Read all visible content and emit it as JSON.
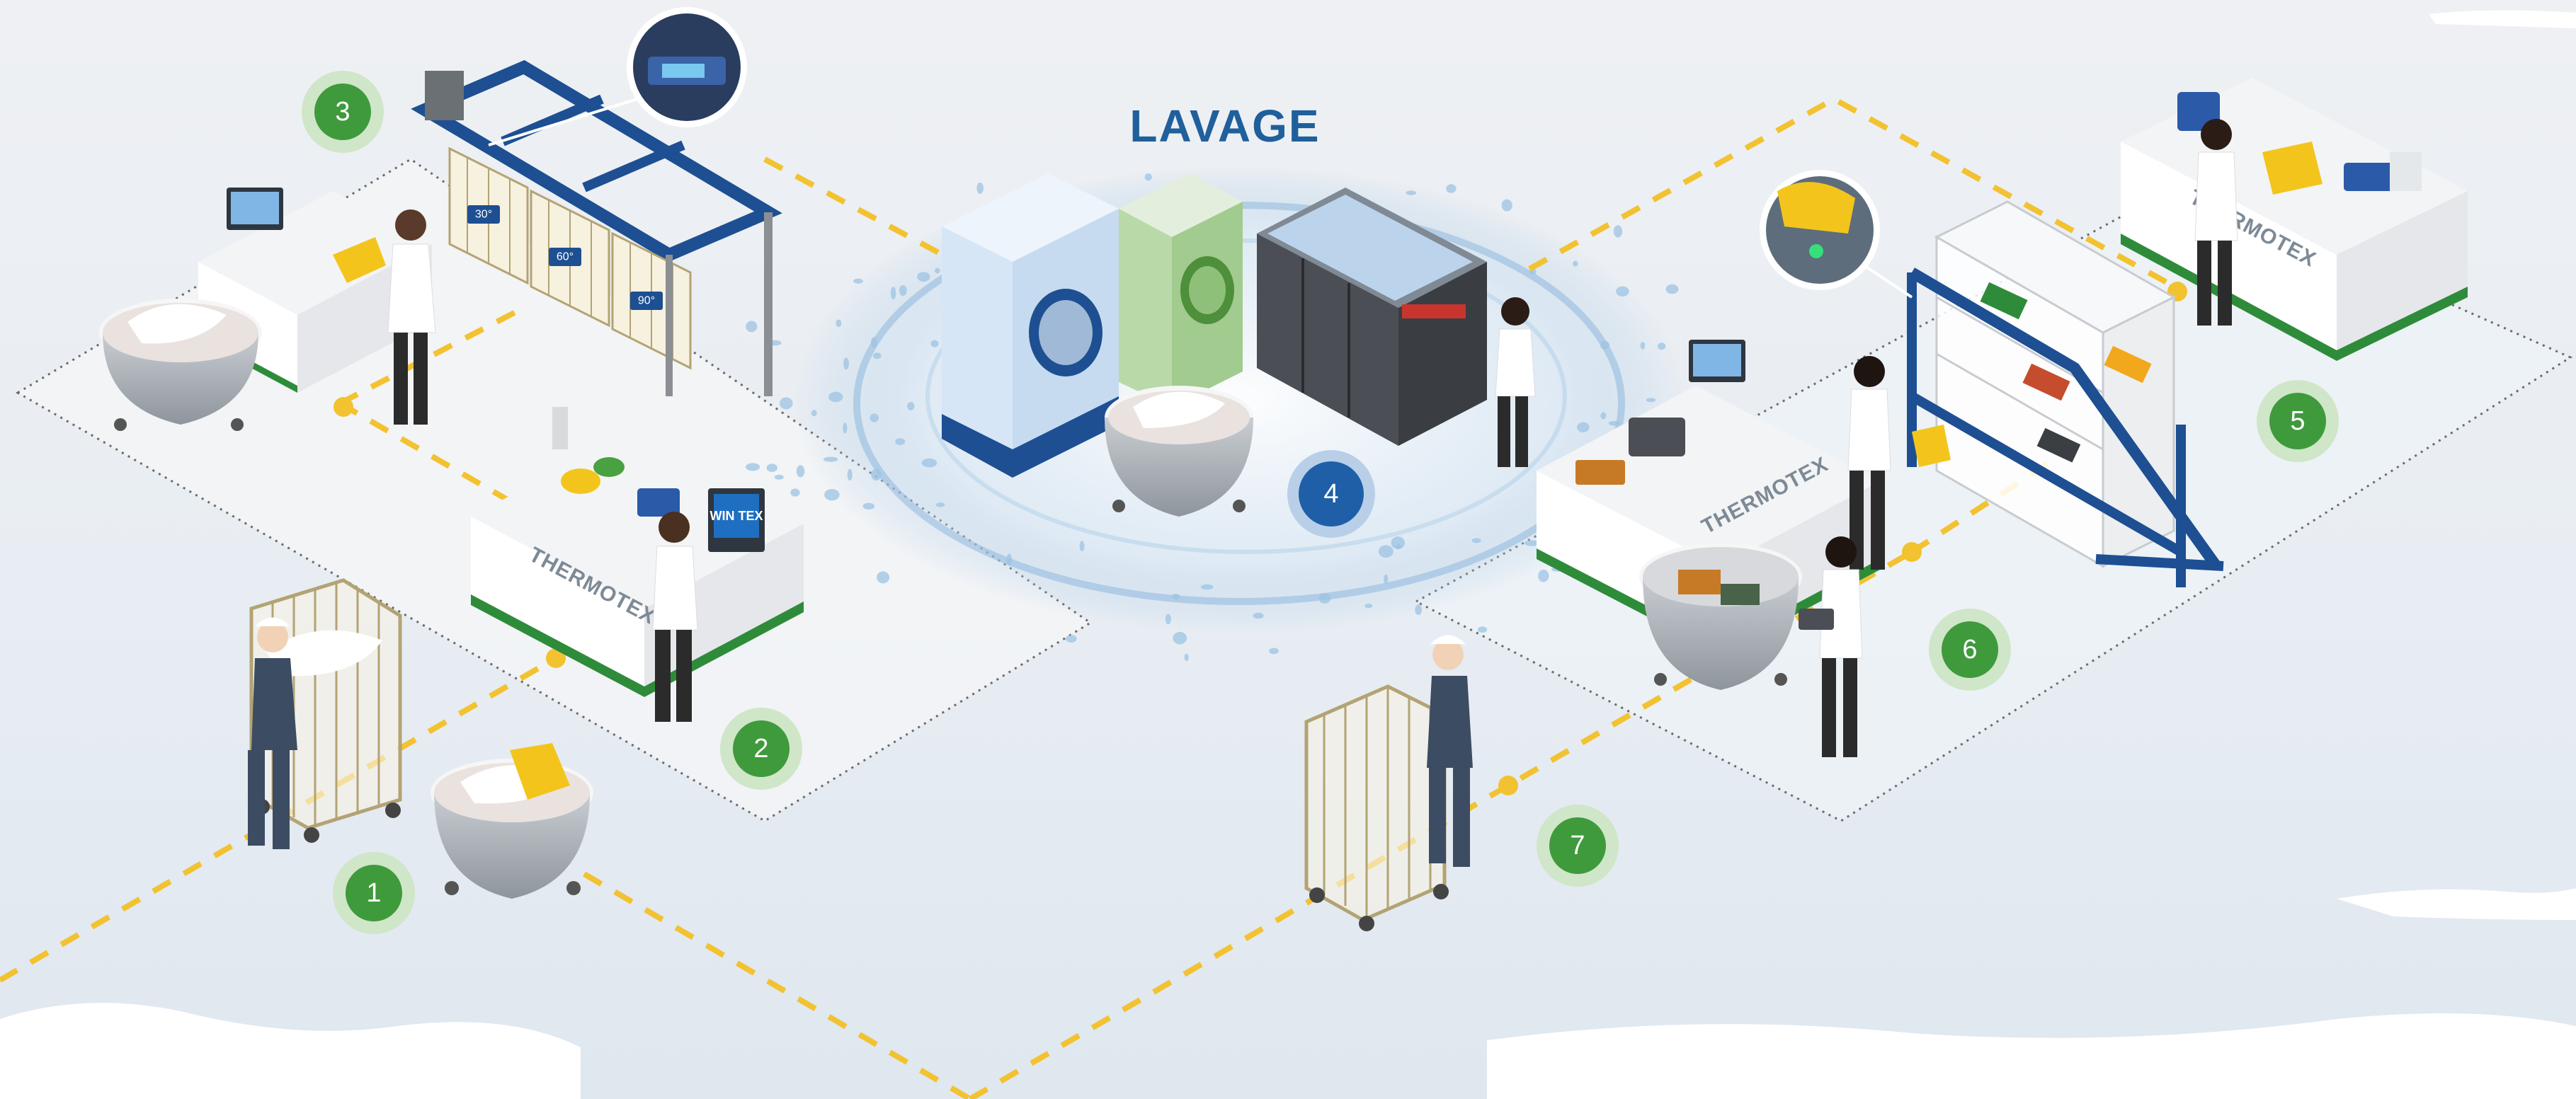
{
  "title": "LAVAGE",
  "brand": "THERMOTEX",
  "screen_logo": "WIN TEX",
  "temperatures": [
    "30°",
    "60°",
    "90°"
  ],
  "steps": [
    "1",
    "2",
    "3",
    "4",
    "5",
    "6",
    "7"
  ],
  "colors": {
    "path": "#f2c230",
    "step_green": "#3f9a3c",
    "step_green_halo": "#cfe6c9",
    "step_blue": "#1e5fa8",
    "step_blue_halo": "#b9cfe8",
    "title": "#1f5f9c",
    "rack": "#1d4f92",
    "desk_stripe": "#2e8b3a"
  },
  "icons": [
    "washing-machine-icon",
    "dryer-icon",
    "ironer-icon",
    "laundry-cart-icon",
    "roll-cage-icon",
    "computer-icon",
    "storage-rack-icon",
    "sorting-station-icon",
    "worker-icon",
    "zoom-magnifier-icon"
  ]
}
